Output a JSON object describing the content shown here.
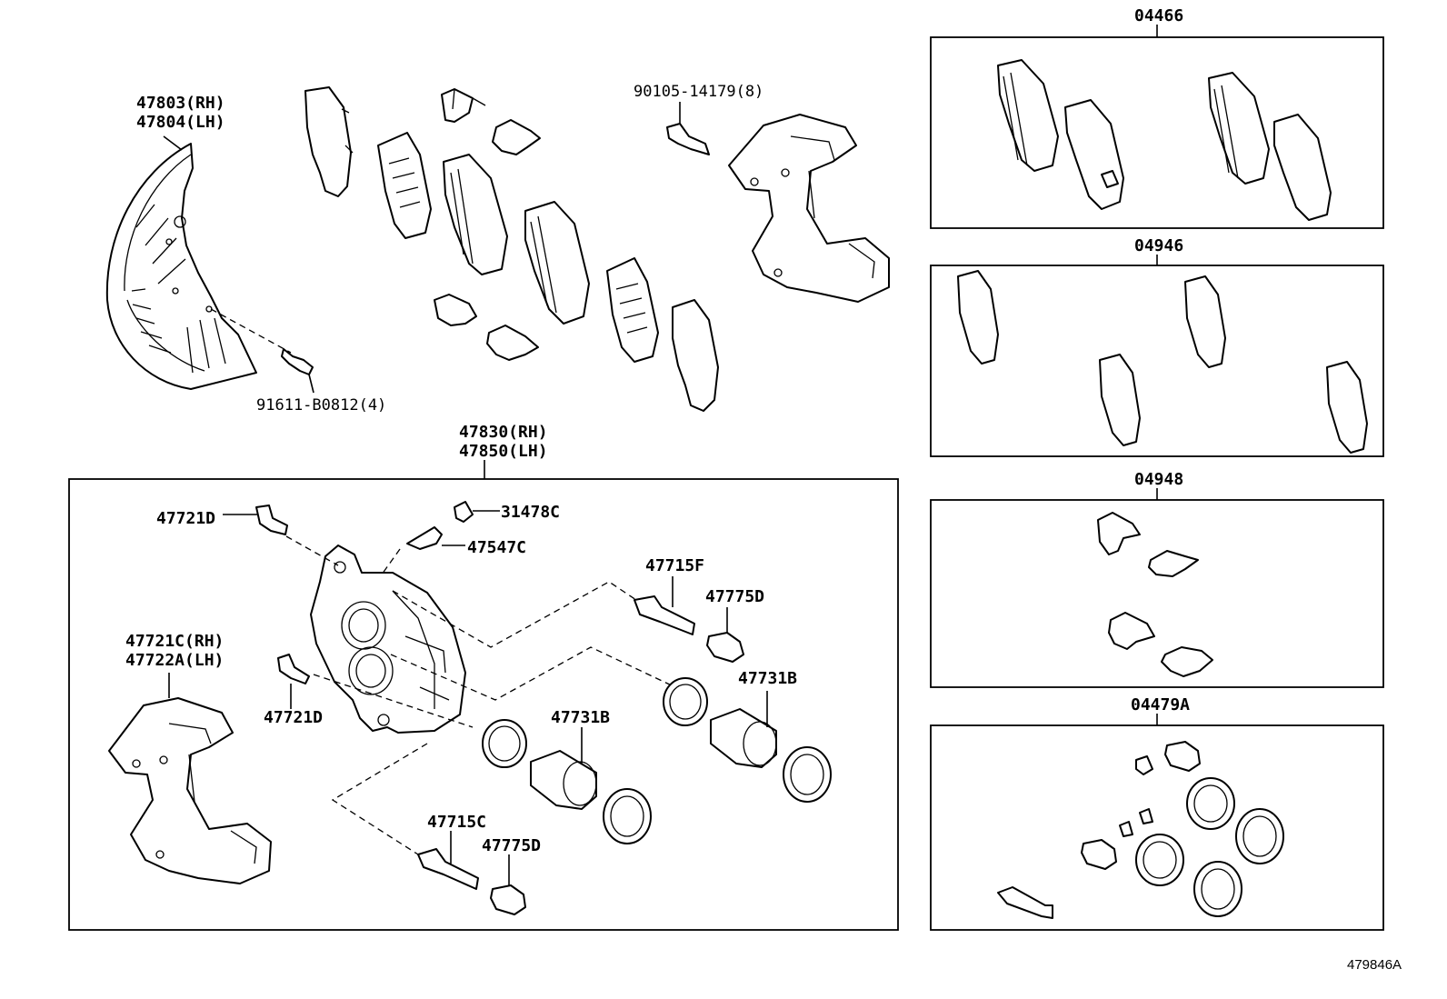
{
  "labels": {
    "dust_cover": [
      "47803(RH)",
      "47804(LH)"
    ],
    "cover_bolt": "91611-B0812(4)",
    "mount_bolt": "90105-14179(8)",
    "caliper_assy": [
      "47830(RH)",
      "47850(LH)"
    ],
    "bolt_d_top": "47721D",
    "cap": "31478C",
    "bleeder": "47547C",
    "slide_pin_f": "47715F",
    "boot_d_top": "47775D",
    "mounting": [
      "47721C(RH)",
      "47722A(LH)"
    ],
    "bolt_d_bottom": "47721D",
    "piston_right": "47731B",
    "piston_center": "47731B",
    "slide_pin_c": "47715C",
    "boot_d_bottom": "47775D"
  },
  "kits": [
    {
      "code": "04466"
    },
    {
      "code": "04946"
    },
    {
      "code": "04948"
    },
    {
      "code": "04479A"
    }
  ],
  "figure_id": "479846A"
}
